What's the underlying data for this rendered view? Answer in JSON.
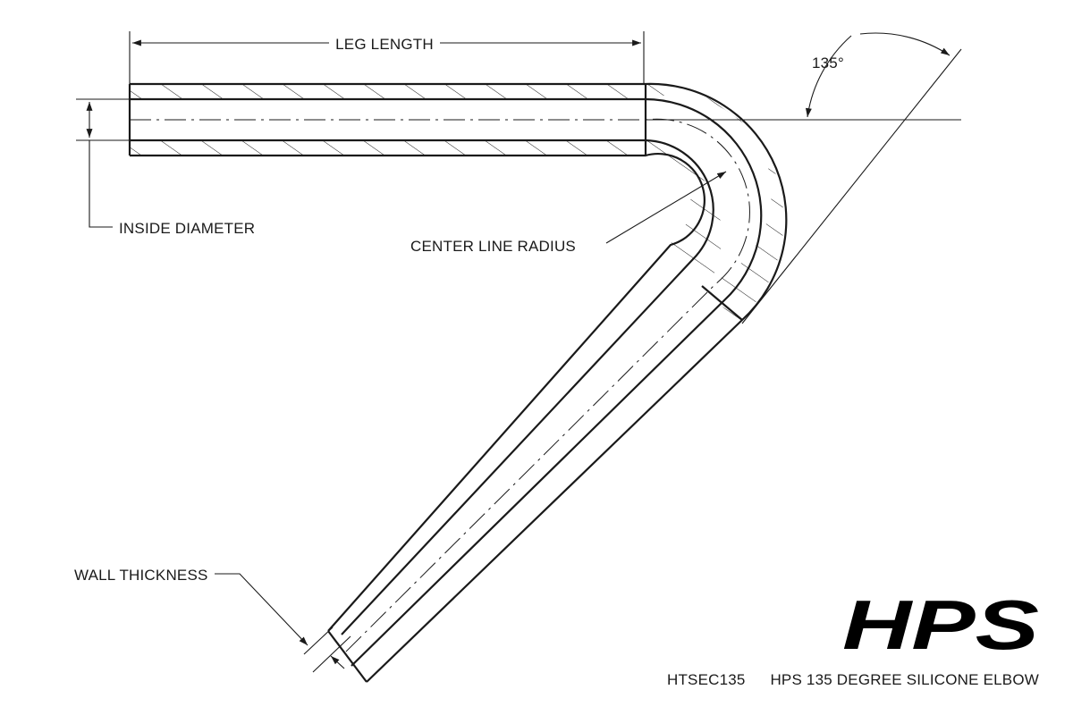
{
  "labels": {
    "leg_length": "LEG LENGTH",
    "angle": "135°",
    "inside_diameter": "INSIDE DIAMETER",
    "center_line_radius": "CENTER LINE RADIUS",
    "wall_thickness": "WALL THICKNESS"
  },
  "logo": {
    "text": "HPS",
    "color": "#000000"
  },
  "footer": {
    "part_number": "HTSEC135",
    "description": "HPS 135 DEGREE SILICONE ELBOW"
  },
  "colors": {
    "line": "#1a1a1a",
    "background": "#ffffff"
  }
}
